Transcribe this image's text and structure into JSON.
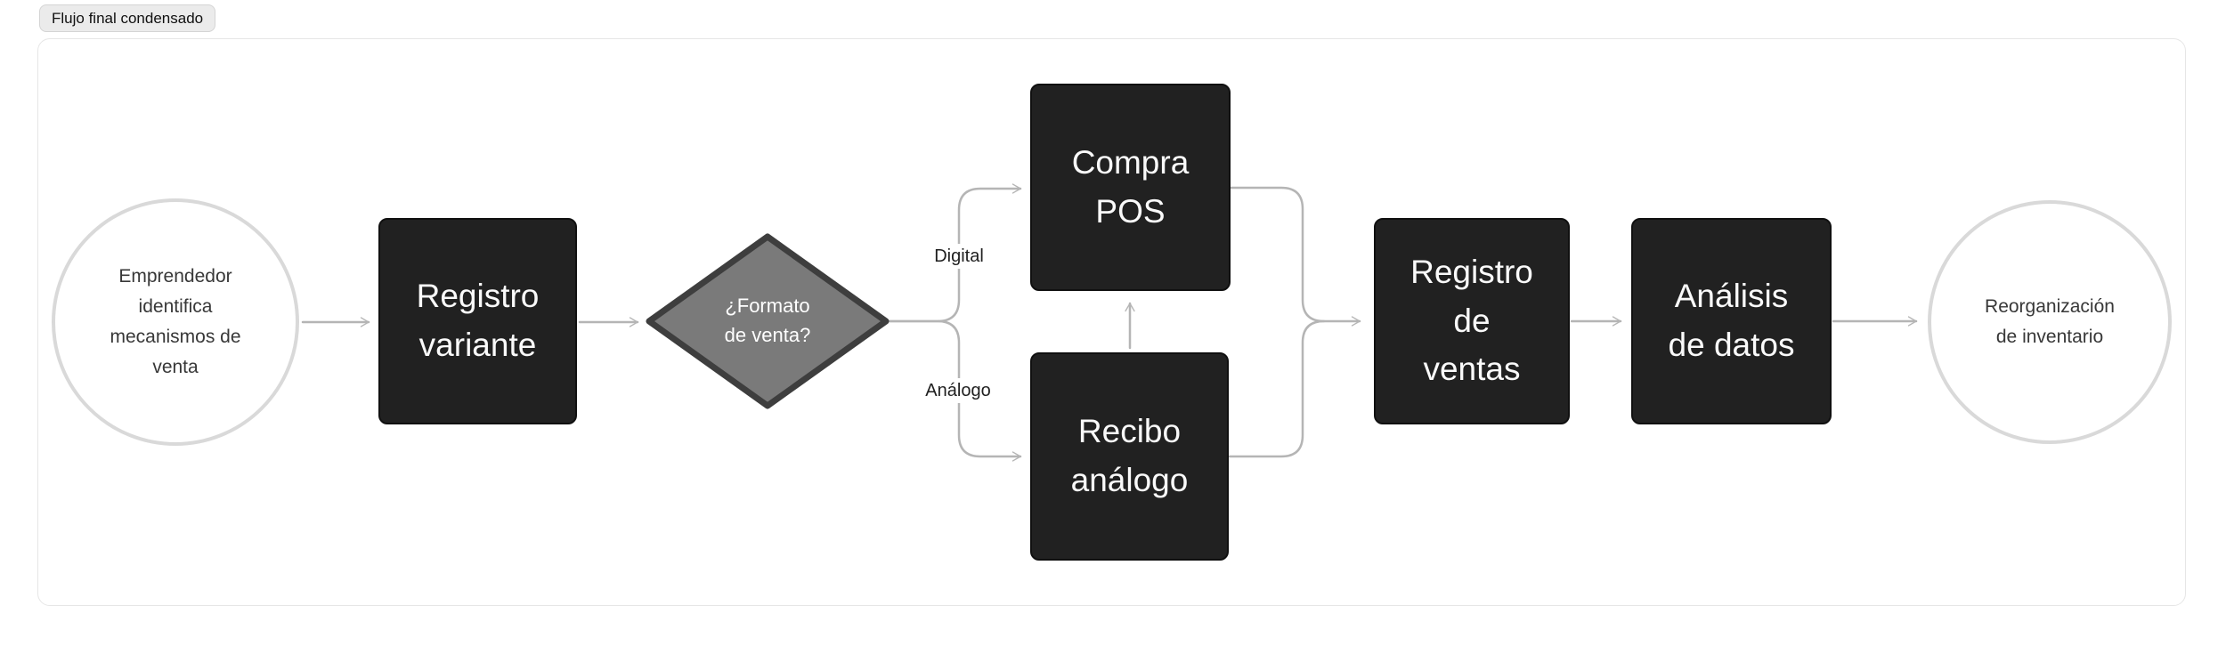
{
  "badge": {
    "label": "Flujo final condensado"
  },
  "diagram": {
    "nodes": {
      "start": {
        "type": "circle",
        "label": "Emprendedor\nidentifica\nmecanismos de\nventa"
      },
      "registro_variante": {
        "type": "process",
        "label": "Registro\nvariante"
      },
      "decision": {
        "type": "decision",
        "label": "¿Formato\nde venta?"
      },
      "compra_pos": {
        "type": "process",
        "label": "Compra\nPOS"
      },
      "recibo_analogo": {
        "type": "process",
        "label": "Recibo\nanálogo"
      },
      "registro_ventas": {
        "type": "process",
        "label": "Registro\nde\nventas"
      },
      "analisis_datos": {
        "type": "process",
        "label": "Análisis\nde datos"
      },
      "end": {
        "type": "circle",
        "label": "Reorganización\nde inventario"
      }
    },
    "edge_labels": {
      "digital": "Digital",
      "analogo": "Análogo"
    },
    "edges": [
      {
        "from": "start",
        "to": "registro_variante"
      },
      {
        "from": "registro_variante",
        "to": "decision"
      },
      {
        "from": "decision",
        "to": "compra_pos",
        "label": "Digital"
      },
      {
        "from": "decision",
        "to": "recibo_analogo",
        "label": "Análogo"
      },
      {
        "from": "recibo_analogo",
        "to": "compra_pos"
      },
      {
        "from": "compra_pos",
        "to": "registro_ventas"
      },
      {
        "from": "recibo_analogo",
        "to": "registro_ventas"
      },
      {
        "from": "registro_ventas",
        "to": "analisis_datos"
      },
      {
        "from": "analisis_datos",
        "to": "end"
      }
    ]
  },
  "colors": {
    "process_fill": "#212121",
    "process_text": "#fafafa",
    "decision_fill": "#7a7a7a",
    "decision_border": "#3e3e3e",
    "circle_border": "#d9d9d9",
    "connector": "#b5b5b5",
    "frame_border": "#e6e6e6",
    "badge_bg": "#ebebeb"
  }
}
